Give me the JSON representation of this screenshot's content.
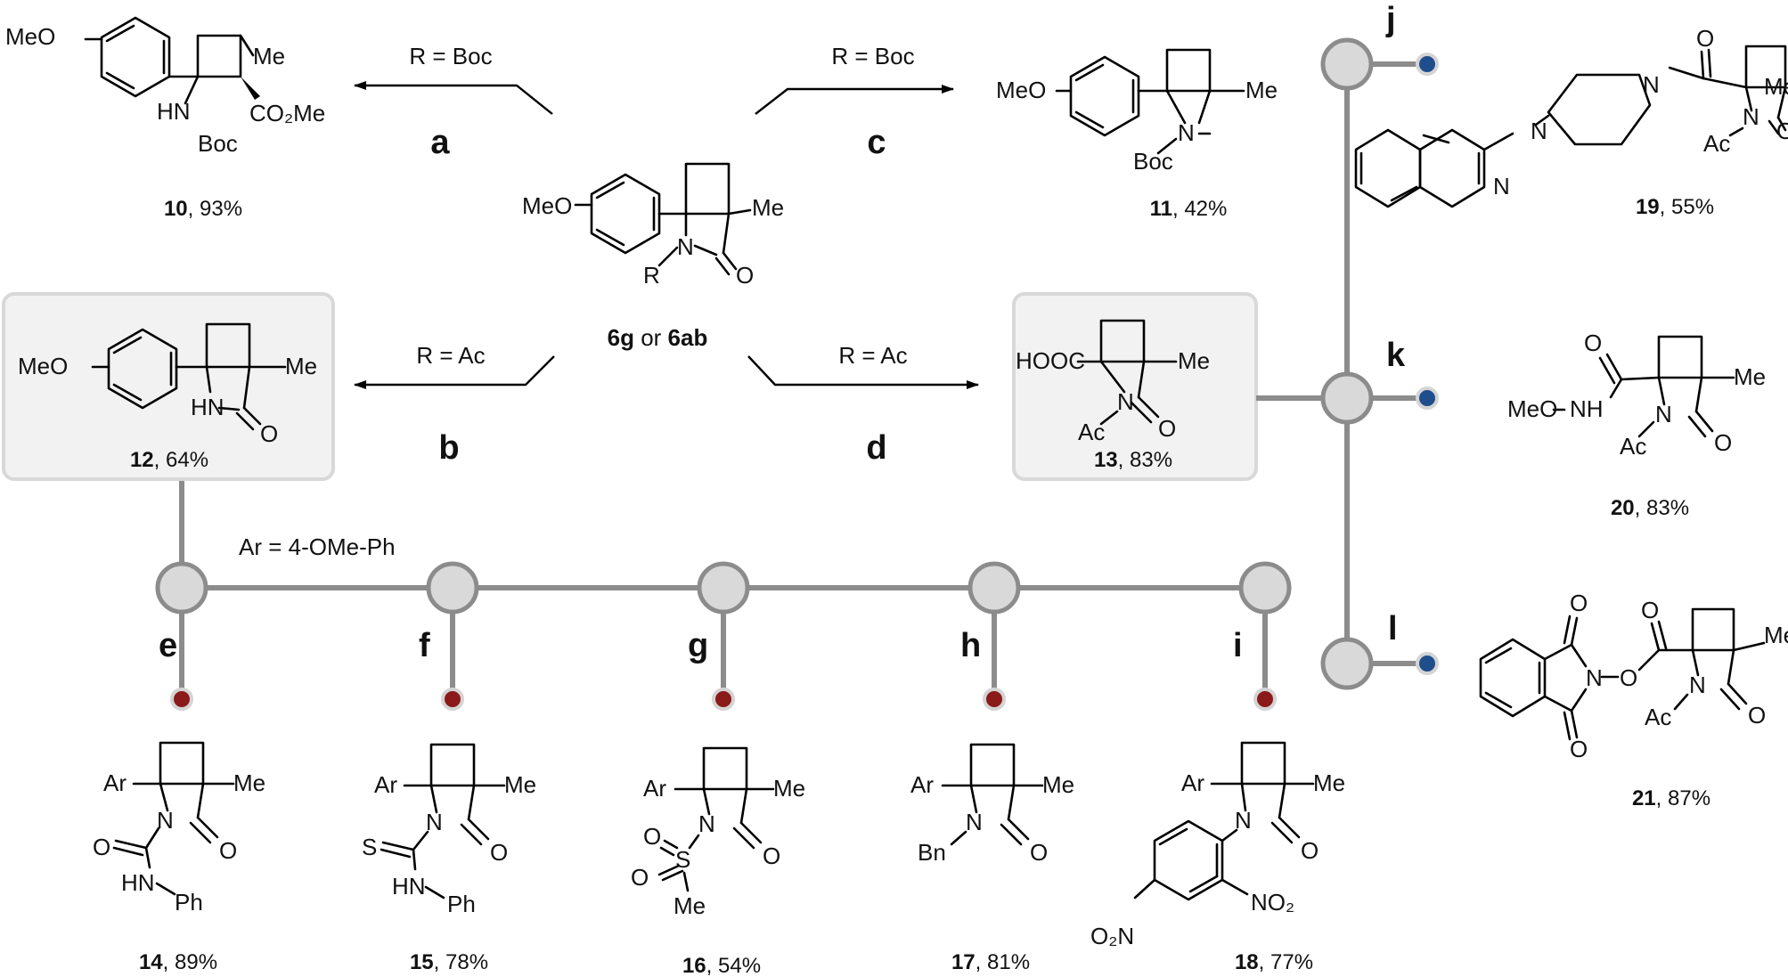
{
  "central": {
    "atoms": {
      "meo": "MeO",
      "me": "Me",
      "n": "N",
      "o": "O",
      "r": "R"
    },
    "caption_a": "6g",
    "caption_or": " or ",
    "caption_b": "6ab"
  },
  "arrows": {
    "a": {
      "step": "a",
      "condition": "R = Boc"
    },
    "b": {
      "step": "b",
      "condition": "R = Ac"
    },
    "c": {
      "step": "c",
      "condition": "R = Boc"
    },
    "d": {
      "step": "d",
      "condition": "R = Ac"
    }
  },
  "ar_definition": "Ar = 4-OMe-Ph",
  "branch_steps": [
    "e",
    "f",
    "g",
    "h",
    "i"
  ],
  "right_steps": [
    "j",
    "k",
    "l"
  ],
  "compounds": [
    {
      "id": "c10",
      "number": "10",
      "yield": ", 93%",
      "atoms": {
        "meo": "MeO",
        "me": "Me",
        "hn": "HN",
        "boc": "Boc",
        "ester": "CO₂Me"
      }
    },
    {
      "id": "c11",
      "number": "11",
      "yield": ", 42%",
      "atoms": {
        "meo": "MeO",
        "me": "Me",
        "n": "N",
        "boc": "Boc"
      }
    },
    {
      "id": "c12",
      "number": "12",
      "yield": ", 64%",
      "atoms": {
        "meo": "MeO",
        "me": "Me",
        "hn": "HN",
        "o": "O"
      }
    },
    {
      "id": "c13",
      "number": "13",
      "yield": ", 83%",
      "atoms": {
        "acid": "HOOC",
        "me": "Me",
        "n": "N",
        "o": "O",
        "ac": "Ac"
      }
    },
    {
      "id": "c14",
      "number": "14",
      "yield": ", 89%",
      "atoms": {
        "ar": "Ar",
        "me": "Me",
        "n": "N",
        "o": "O",
        "o2": "O",
        "nh": "HN",
        "ph": "Ph"
      }
    },
    {
      "id": "c15",
      "number": "15",
      "yield": ", 78%",
      "atoms": {
        "ar": "Ar",
        "me": "Me",
        "n": "N",
        "o": "O",
        "s": "S",
        "nh": "HN",
        "ph": "Ph"
      }
    },
    {
      "id": "c16",
      "number": "16",
      "yield": ", 54%",
      "atoms": {
        "ar": "Ar",
        "me": "Me",
        "n": "N",
        "o": "O",
        "s": "S",
        "o1": "O",
        "o2": "O",
        "me2": "Me"
      }
    },
    {
      "id": "c17",
      "number": "17",
      "yield": ", 81%",
      "atoms": {
        "ar": "Ar",
        "me": "Me",
        "n": "N",
        "o": "O",
        "bn": "Bn"
      }
    },
    {
      "id": "c18",
      "number": "18",
      "yield": ", 77%",
      "atoms": {
        "ar": "Ar",
        "me": "Me",
        "n": "N",
        "o": "O",
        "no2a": "NO₂",
        "no2b": "O₂N"
      }
    },
    {
      "id": "c19",
      "number": "19",
      "yield": ", 55%",
      "atoms": {
        "o": "O",
        "me": "Me",
        "n": "N",
        "o2": "O",
        "ac": "Ac",
        "npip1": "N",
        "npip2": "N",
        "nq": "N"
      }
    },
    {
      "id": "c20",
      "number": "20",
      "yield": ", 83%",
      "atoms": {
        "o": "O",
        "me": "Me",
        "nh": "NH",
        "meo": "MeO",
        "n": "N",
        "o2": "O",
        "ac": "Ac"
      }
    },
    {
      "id": "c21",
      "number": "21",
      "yield": ", 87%",
      "atoms": {
        "o1": "O",
        "o2": "O",
        "o3": "O",
        "o4": "O",
        "n": "N",
        "oo": "O",
        "me": "Me",
        "nb": "N",
        "ob": "O",
        "ac": "Ac"
      }
    }
  ],
  "colors": {
    "connector": "#8c8c8c",
    "node_fill": "#d9d9d9",
    "dot_red": "#8b1a1a",
    "dot_blue": "#1f4e8c",
    "highlight": "#f2f2f2"
  }
}
